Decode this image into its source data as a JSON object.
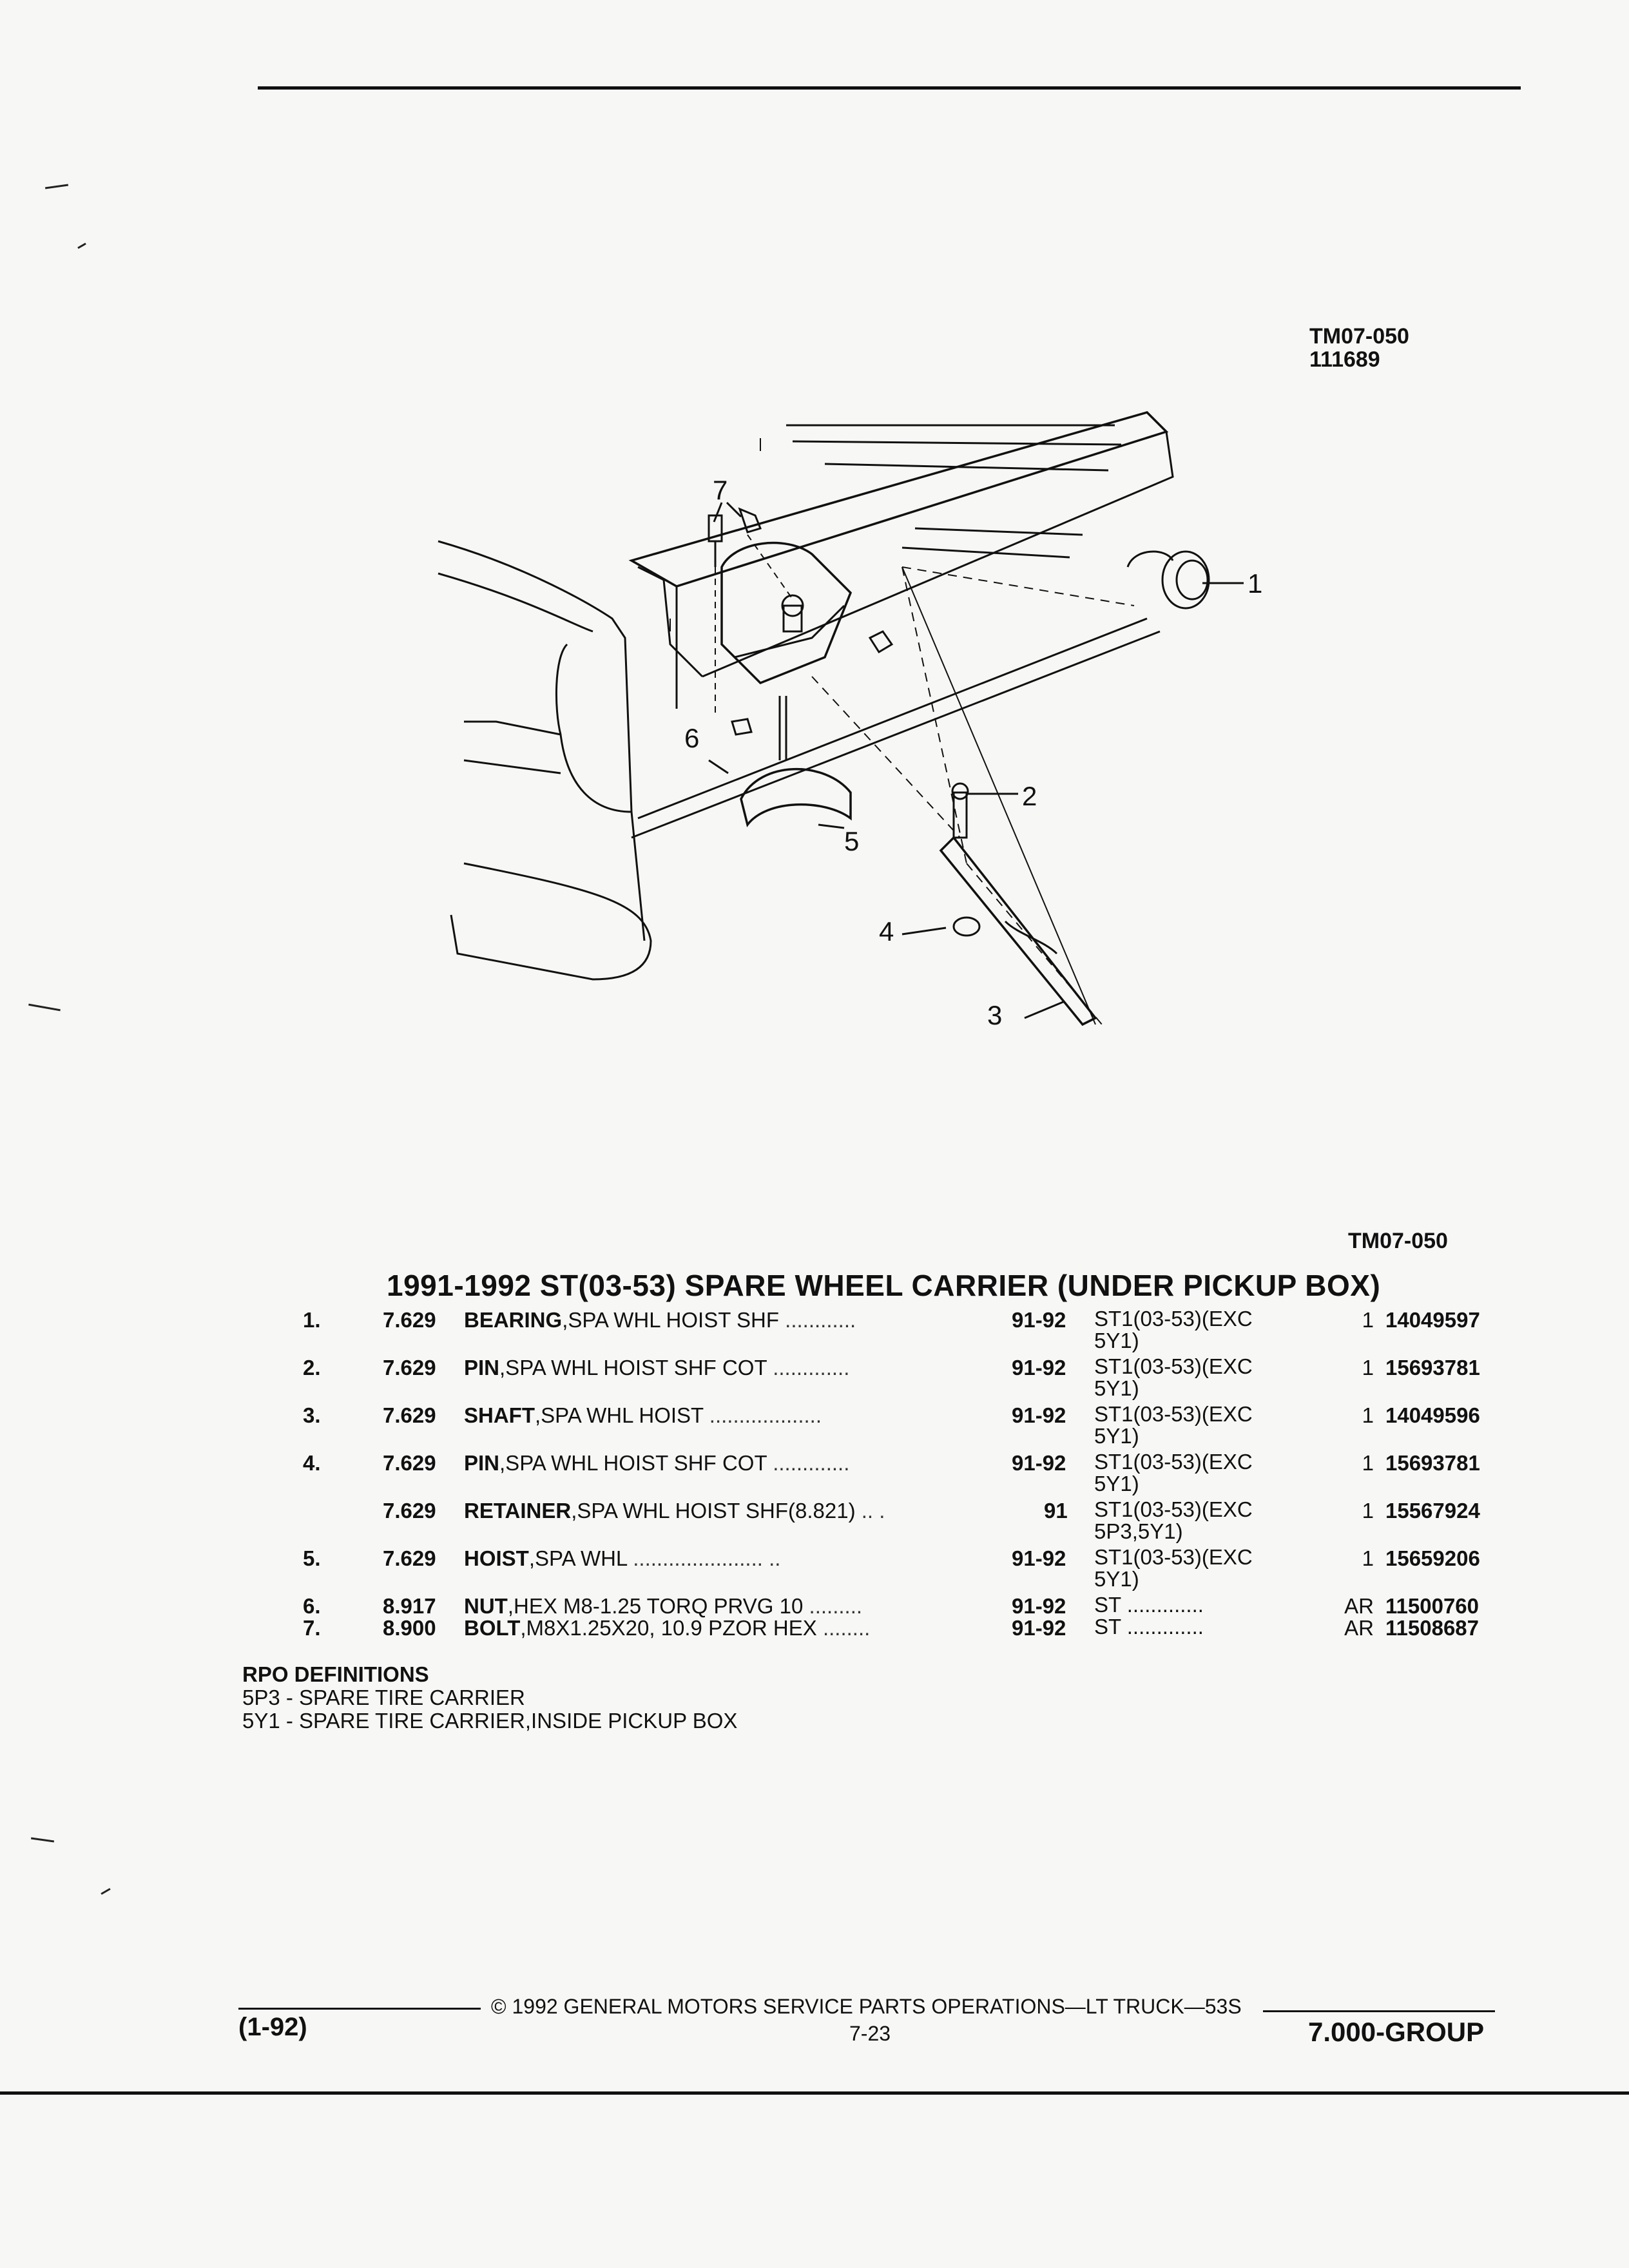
{
  "header": {
    "ref_code": "TM07-050",
    "ref_date": "111689"
  },
  "diagram": {
    "ref_code": "TM07-050",
    "callouts": [
      "1",
      "2",
      "3",
      "4",
      "5",
      "6",
      "7"
    ]
  },
  "table": {
    "title": "1991-1992 ST(03-53) SPARE WHEEL CARRIER (UNDER PICKUP BOX)",
    "rows": [
      {
        "num": "1.",
        "group": "7.629",
        "name": "BEARING",
        "desc": ",SPA WHL HOIST SHF",
        "leader": "............",
        "years": "91-92",
        "usage1": "ST1(03-53)(EXC",
        "usage2": "5Y1)",
        "qty": "1",
        "part": "14049597"
      },
      {
        "num": "2.",
        "group": "7.629",
        "name": "PIN",
        "desc": ",SPA WHL HOIST SHF COT",
        "leader": ".............",
        "years": "91-92",
        "usage1": "ST1(03-53)(EXC",
        "usage2": "5Y1)",
        "qty": "1",
        "part": "15693781"
      },
      {
        "num": "3.",
        "group": "7.629",
        "name": "SHAFT",
        "desc": ",SPA WHL HOIST",
        "leader": "...................",
        "years": "91-92",
        "usage1": "ST1(03-53)(EXC",
        "usage2": "5Y1)",
        "qty": "1",
        "part": "14049596"
      },
      {
        "num": "4.",
        "group": "7.629",
        "name": "PIN",
        "desc": ",SPA WHL HOIST SHF COT",
        "leader": ".............",
        "years": "91-92",
        "usage1": "ST1(03-53)(EXC",
        "usage2": "5Y1)",
        "qty": "1",
        "part": "15693781"
      },
      {
        "num": "",
        "group": "7.629",
        "name": "RETAINER",
        "desc": ",SPA WHL HOIST SHF(8.821)",
        "leader": "..   .",
        "years": "91",
        "usage1": "ST1(03-53)(EXC",
        "usage2": "5P3,5Y1)",
        "qty": "1",
        "part": "15567924"
      },
      {
        "num": "5.",
        "group": "7.629",
        "name": "HOIST",
        "desc": ",SPA WHL",
        "leader": "......................  ..",
        "years": "91-92",
        "usage1": "ST1(03-53)(EXC",
        "usage2": "5Y1)",
        "qty": "1",
        "part": "15659206"
      },
      {
        "num": "6.",
        "group": "8.917",
        "name": "NUT",
        "desc": ",HEX M8-1.25 TORQ PRVG 10",
        "leader": ".........",
        "years": "91-92",
        "usage1": "ST  .............",
        "usage2": "",
        "qty": "AR",
        "part": "11500760"
      },
      {
        "num": "7.",
        "group": "8.900",
        "name": "BOLT",
        "desc": ",M8X1.25X20, 10.9 PZOR HEX",
        "leader": "........",
        "years": "91-92",
        "usage1": "ST  .............",
        "usage2": "",
        "qty": "AR",
        "part": "11508687"
      }
    ]
  },
  "rpo": {
    "heading": "RPO DEFINITIONS",
    "items": [
      "5P3 - SPARE TIRE CARRIER",
      "5Y1 - SPARE TIRE CARRIER,INSIDE PICKUP BOX"
    ]
  },
  "footer": {
    "date_code": "(1-92)",
    "copyright": "©  1992  GENERAL MOTORS SERVICE PARTS OPERATIONS—LT TRUCK—53S",
    "page": "7-23",
    "group": "7.000-GROUP"
  }
}
